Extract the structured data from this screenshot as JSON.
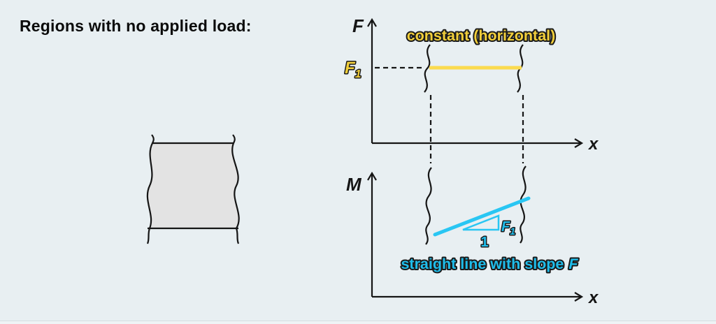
{
  "title": "Regions with no applied load:",
  "colors": {
    "background": "#e8eff2",
    "beam_fill": "#e3e3e3",
    "ink": "#151515",
    "yellow_line": "#fbda4e",
    "yellow_text": "#f2cf3b",
    "cyan_line": "#29c6f3",
    "cyan_text": "#1fbdeb"
  },
  "shear_diagram": {
    "y_axis_label": "F",
    "x_axis_label": "x",
    "value_label": "F",
    "value_label_sub": "1",
    "annotation": "constant (horizontal)"
  },
  "moment_diagram": {
    "y_axis_label": "M",
    "x_axis_label": "x",
    "slope_run_label": "1",
    "slope_rise_label": "F",
    "slope_rise_label_sub": "1",
    "annotation": "straight line with slope",
    "annotation_variable": "F"
  }
}
